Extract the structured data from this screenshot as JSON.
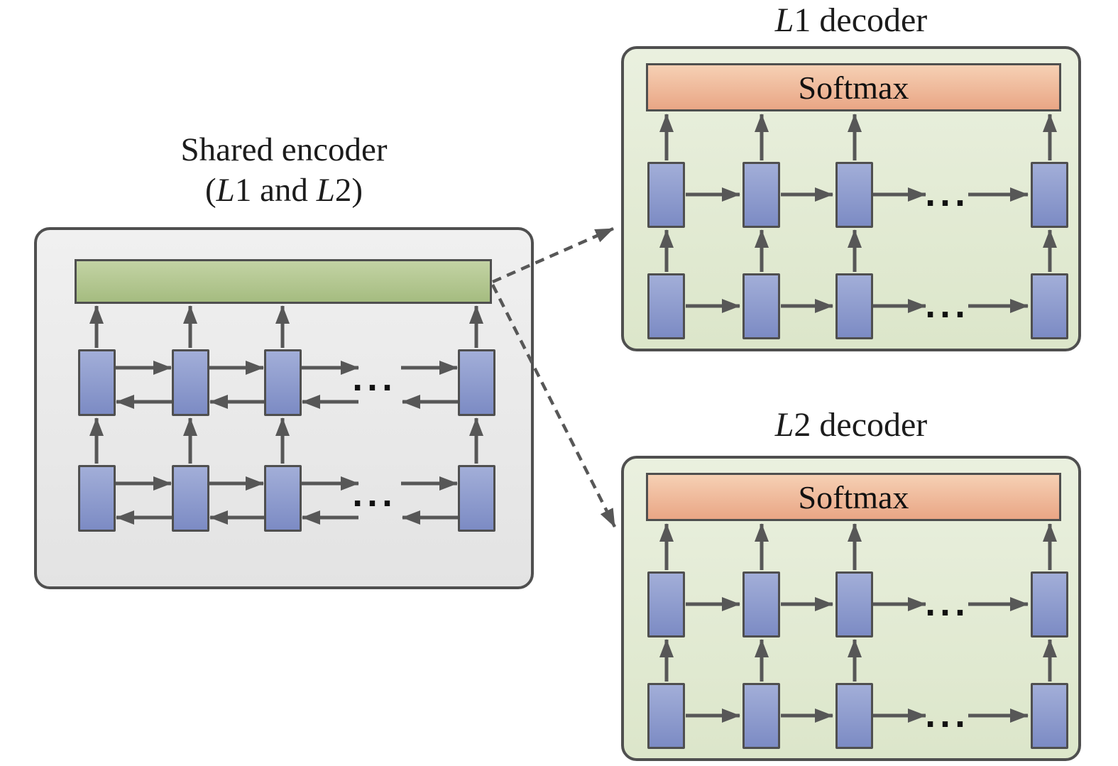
{
  "diagram": {
    "ellipsis": "...",
    "colors": {
      "outline": "#4f4f4f",
      "arrow": "#575757",
      "encoder_fill_top": "#f0f0f0",
      "encoder_fill_bottom": "#e3e3e3",
      "decoder_fill_top": "#eaf0df",
      "decoder_fill_bottom": "#dce6ca",
      "context_bar_top": "#c3d3a4",
      "context_bar_bottom": "#a5bc80",
      "softmax_bar_top": "#f6d0b4",
      "softmax_bar_bottom": "#e9a685",
      "cell_top": "#a2aed8",
      "cell_bottom": "#7c8bc4"
    }
  },
  "encoder": {
    "title": "Shared encoder",
    "subtitle": {
      "open": "(",
      "l1": "L",
      "mid": "1 and ",
      "l2": "L",
      "close": "2)"
    }
  },
  "decoders": [
    {
      "title_italic": "L",
      "title_rest": "1 decoder",
      "softmax_label": "Softmax"
    },
    {
      "title_italic": "L",
      "title_rest": "2 decoder",
      "softmax_label": "Softmax"
    }
  ]
}
